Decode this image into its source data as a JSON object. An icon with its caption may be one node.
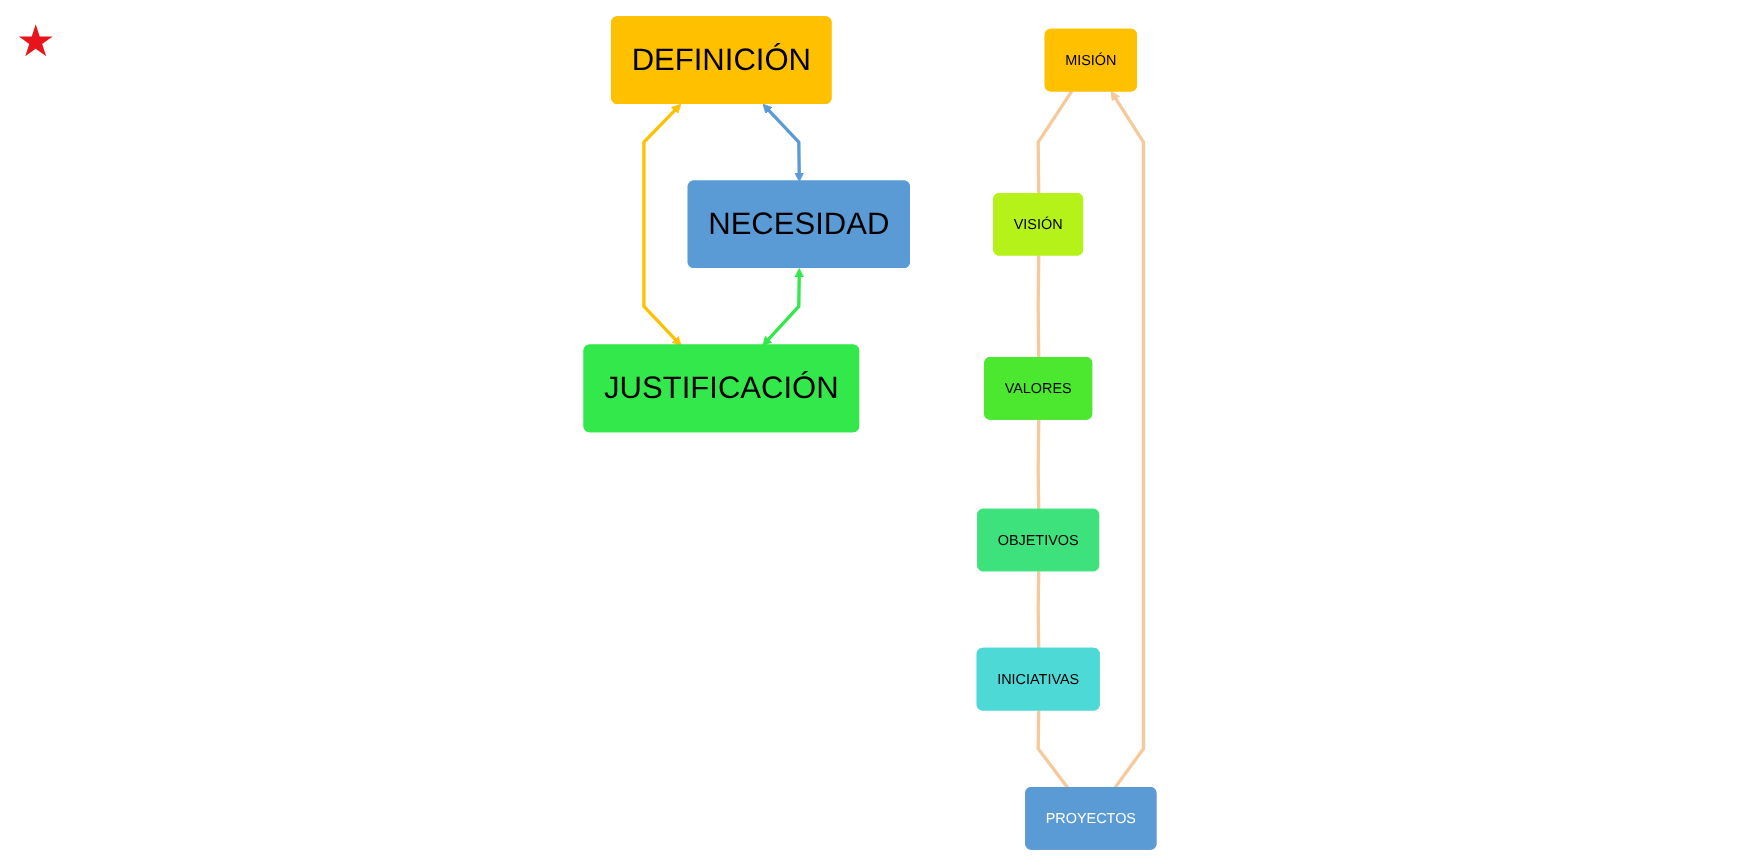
{
  "diagram": {
    "nodes": [
      {
        "text": [
          "DEFINICIÓN"
        ]
      },
      {
        "text": [
          "NECESIDAD"
        ]
      },
      {
        "text": [
          "JUSTIFICACIÓN"
        ]
      },
      {
        "text": [
          "MISIÓN"
        ]
      },
      {
        "text": [
          "VISIÓN"
        ]
      },
      {
        "text": [
          "VALORES"
        ]
      },
      {
        "text": [
          "OBJETIVOS"
        ]
      },
      {
        "text": [
          "INICIATIVAS"
        ]
      },
      {
        "text": [
          "PROYECTOS"
        ]
      }
    ],
    "edges": [
      {
        "from": 0,
        "to": 1,
        "arrow": "both",
        "color": "#5b9bd5"
      },
      {
        "from": 0,
        "to": 2,
        "arrow": "both",
        "color": "#ffc000"
      },
      {
        "from": 1,
        "to": 2,
        "arrow": "both",
        "color": "#33e84a"
      },
      {
        "from": 3,
        "to": 4,
        "arrow": "none"
      },
      {
        "from": 4,
        "to": 5,
        "arrow": "none"
      },
      {
        "from": 5,
        "to": 6,
        "arrow": "none"
      },
      {
        "from": 6,
        "to": 7,
        "arrow": "none"
      },
      {
        "from": 7,
        "to": 8,
        "arrow": "none"
      },
      {
        "from": 8,
        "to": 3,
        "arrow": "to"
      }
    ],
    "labels": [
      "★"
    ]
  }
}
